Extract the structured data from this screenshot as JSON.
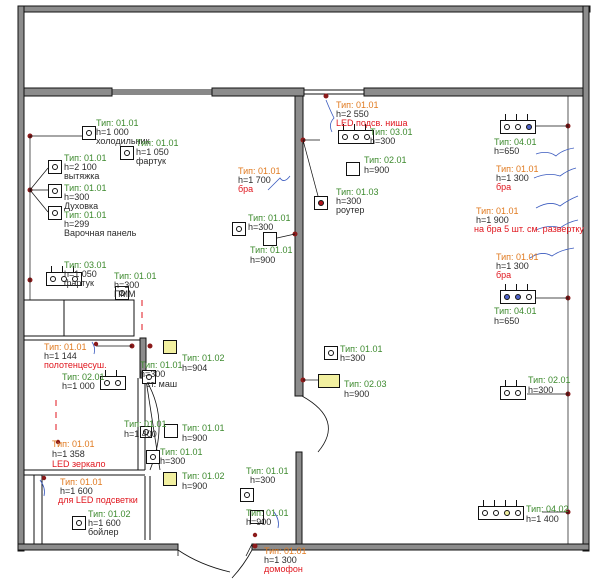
{
  "plan": {
    "labels": [
      {
        "id": "l1a",
        "text": "Тип: 01.01",
        "c": "green"
      },
      {
        "id": "l1b",
        "text": "h=1 000",
        "c": "dark"
      },
      {
        "id": "l1c",
        "text": "холодильник",
        "c": "dark"
      },
      {
        "id": "l2a",
        "text": "Тип: 01.01",
        "c": "green"
      },
      {
        "id": "l2b",
        "text": "h=1 050",
        "c": "dark"
      },
      {
        "id": "l2c",
        "text": "фартук",
        "c": "dark"
      },
      {
        "id": "l3a",
        "text": "Тип: 01.01",
        "c": "green"
      },
      {
        "id": "l3b",
        "text": "h=2 100",
        "c": "dark"
      },
      {
        "id": "l3c",
        "text": "вытяжка",
        "c": "dark"
      },
      {
        "id": "l4a",
        "text": "Тип: 01.01",
        "c": "green"
      },
      {
        "id": "l4b",
        "text": "h=300",
        "c": "dark"
      },
      {
        "id": "l4c",
        "text": "Духовка",
        "c": "dark"
      },
      {
        "id": "l5a",
        "text": "Тип: 01.01",
        "c": "green"
      },
      {
        "id": "l5b",
        "text": "h=299",
        "c": "dark"
      },
      {
        "id": "l5c",
        "text": "Варочная панель",
        "c": "dark"
      },
      {
        "id": "l6a",
        "text": "Тип: 03.01",
        "c": "green"
      },
      {
        "id": "l6b",
        "text": "h=1 050",
        "c": "dark"
      },
      {
        "id": "l6c",
        "text": "фартук",
        "c": "dark"
      },
      {
        "id": "l7a",
        "text": "Тип: 01.01",
        "c": "green"
      },
      {
        "id": "l7b",
        "text": "h=300",
        "c": "dark"
      },
      {
        "id": "l7c",
        "text": "ПММ",
        "c": "dark"
      },
      {
        "id": "l8a",
        "text": "Тип: 01.01",
        "c": "orange"
      },
      {
        "id": "l8b",
        "text": "h=1 144",
        "c": "dark"
      },
      {
        "id": "l8c",
        "text": "полотенцесуш.",
        "c": "red"
      },
      {
        "id": "l9a",
        "text": "Тип: 02.01",
        "c": "green"
      },
      {
        "id": "l9b",
        "text": "h=1 000",
        "c": "dark"
      },
      {
        "id": "l10a",
        "text": "Тип: 01.01",
        "c": "green"
      },
      {
        "id": "l10b",
        "text": "h=300",
        "c": "dark"
      },
      {
        "id": "l10c",
        "text": "ст. маш",
        "c": "dark"
      },
      {
        "id": "l11a",
        "text": "Тип: 01.02",
        "c": "green"
      },
      {
        "id": "l11b",
        "text": "h=904",
        "c": "dark"
      },
      {
        "id": "l12a",
        "text": "Тип: 01.01",
        "c": "green"
      },
      {
        "id": "l12b",
        "text": "h=1 400",
        "c": "dark"
      },
      {
        "id": "l13a",
        "text": "Тип: 01.01",
        "c": "green"
      },
      {
        "id": "l13b",
        "text": "h=900",
        "c": "dark"
      },
      {
        "id": "l14a",
        "text": "Тип: 01.01",
        "c": "orange"
      },
      {
        "id": "l14b",
        "text": "h=1 358",
        "c": "dark"
      },
      {
        "id": "l14c",
        "text": "LED зеркало",
        "c": "red"
      },
      {
        "id": "l15a",
        "text": "Тип: 01.01",
        "c": "green"
      },
      {
        "id": "l15b",
        "text": "h=300",
        "c": "dark"
      },
      {
        "id": "l16a",
        "text": "Тип: 01.02",
        "c": "green"
      },
      {
        "id": "l16b",
        "text": "h=900",
        "c": "dark"
      },
      {
        "id": "l17a",
        "text": "Тип: 01.01",
        "c": "orange"
      },
      {
        "id": "l17b",
        "text": "h=1 600",
        "c": "dark"
      },
      {
        "id": "l17c",
        "text": "для LED подсветки",
        "c": "red"
      },
      {
        "id": "l18a",
        "text": "Тип: 01.02",
        "c": "green"
      },
      {
        "id": "l18b",
        "text": "h=1 600",
        "c": "dark"
      },
      {
        "id": "l18c",
        "text": "бойлер",
        "c": "dark"
      },
      {
        "id": "l19a",
        "text": "Тип: 01.01",
        "c": "green"
      },
      {
        "id": "l19b",
        "text": "h=300",
        "c": "dark"
      },
      {
        "id": "l20a",
        "text": "Тип: 01.01",
        "c": "green"
      },
      {
        "id": "l20b",
        "text": "h=900",
        "c": "dark"
      },
      {
        "id": "l21a",
        "text": "Тип: 01.01",
        "c": "orange"
      },
      {
        "id": "l21b",
        "text": "h=1 300",
        "c": "dark"
      },
      {
        "id": "l21c",
        "text": "домофон",
        "c": "red"
      },
      {
        "id": "l22a",
        "text": "Тип: 01.01",
        "c": "orange"
      },
      {
        "id": "l22b",
        "text": "h=1 700",
        "c": "dark"
      },
      {
        "id": "l22c",
        "text": "бра",
        "c": "red"
      },
      {
        "id": "l23a",
        "text": "Тип: 01.01",
        "c": "green"
      },
      {
        "id": "l23b",
        "text": "h=300",
        "c": "dark"
      },
      {
        "id": "l24a",
        "text": "Тип: 01.01",
        "c": "green"
      },
      {
        "id": "l24b",
        "text": "h=900",
        "c": "dark"
      },
      {
        "id": "l25a",
        "text": "Тип: 01.01",
        "c": "orange"
      },
      {
        "id": "l25b",
        "text": "h=2 550",
        "c": "dark"
      },
      {
        "id": "l25c",
        "text": "LED подсв. ниша",
        "c": "red"
      },
      {
        "id": "l26a",
        "text": "Тип: 03.01",
        "c": "green"
      },
      {
        "id": "l26b",
        "text": "h=300",
        "c": "dark"
      },
      {
        "id": "l27a",
        "text": "Тип: 02.01",
        "c": "green"
      },
      {
        "id": "l27b",
        "text": "h=900",
        "c": "dark"
      },
      {
        "id": "l28a",
        "text": "Тип: 01.03",
        "c": "green"
      },
      {
        "id": "l28b",
        "text": "h=300",
        "c": "dark"
      },
      {
        "id": "l28c",
        "text": "роутер",
        "c": "dark"
      },
      {
        "id": "l29a",
        "text": "Тип: 01.01",
        "c": "green"
      },
      {
        "id": "l29b",
        "text": "h=300",
        "c": "dark"
      },
      {
        "id": "l30a",
        "text": "Тип: 02.03",
        "c": "green"
      },
      {
        "id": "l30b",
        "text": "h=900",
        "c": "dark"
      },
      {
        "id": "l31a",
        "text": "Тип: 04.01",
        "c": "green"
      },
      {
        "id": "l31b",
        "text": "h=650",
        "c": "dark"
      },
      {
        "id": "l32a",
        "text": "Тип: 01.01",
        "c": "orange"
      },
      {
        "id": "l32b",
        "text": "h=1 300",
        "c": "dark"
      },
      {
        "id": "l32c",
        "text": "бра",
        "c": "red"
      },
      {
        "id": "l33a",
        "text": "Тип: 01.01",
        "c": "orange"
      },
      {
        "id": "l33b",
        "text": "h=1 900",
        "c": "dark"
      },
      {
        "id": "l33c",
        "text": "на бра 5 шт. см. развертку",
        "c": "red"
      },
      {
        "id": "l34a",
        "text": "Тип: 01.01",
        "c": "orange"
      },
      {
        "id": "l34b",
        "text": "h=1 300",
        "c": "dark"
      },
      {
        "id": "l34c",
        "text": "бра",
        "c": "red"
      },
      {
        "id": "l35a",
        "text": "Тип: 04.01",
        "c": "green"
      },
      {
        "id": "l35b",
        "text": "h=650",
        "c": "dark"
      },
      {
        "id": "l36a",
        "text": "Тип: 02.01",
        "c": "green"
      },
      {
        "id": "l36b",
        "text": "h=300",
        "c": "dark"
      },
      {
        "id": "l37a",
        "text": "Тип: 04.02",
        "c": "green"
      },
      {
        "id": "l37b",
        "text": "h=1 400",
        "c": "dark"
      }
    ]
  },
  "colors": {
    "wall": "#8c8c8c",
    "line": "#111111",
    "wire": "#3b5bbf",
    "green": "#3d8a2e",
    "orange": "#e07a20",
    "red": "#e0161e",
    "switch_yellow": "#f2f0a0",
    "socket_blue": "#4f63c8",
    "router_red": "#b0141c"
  }
}
